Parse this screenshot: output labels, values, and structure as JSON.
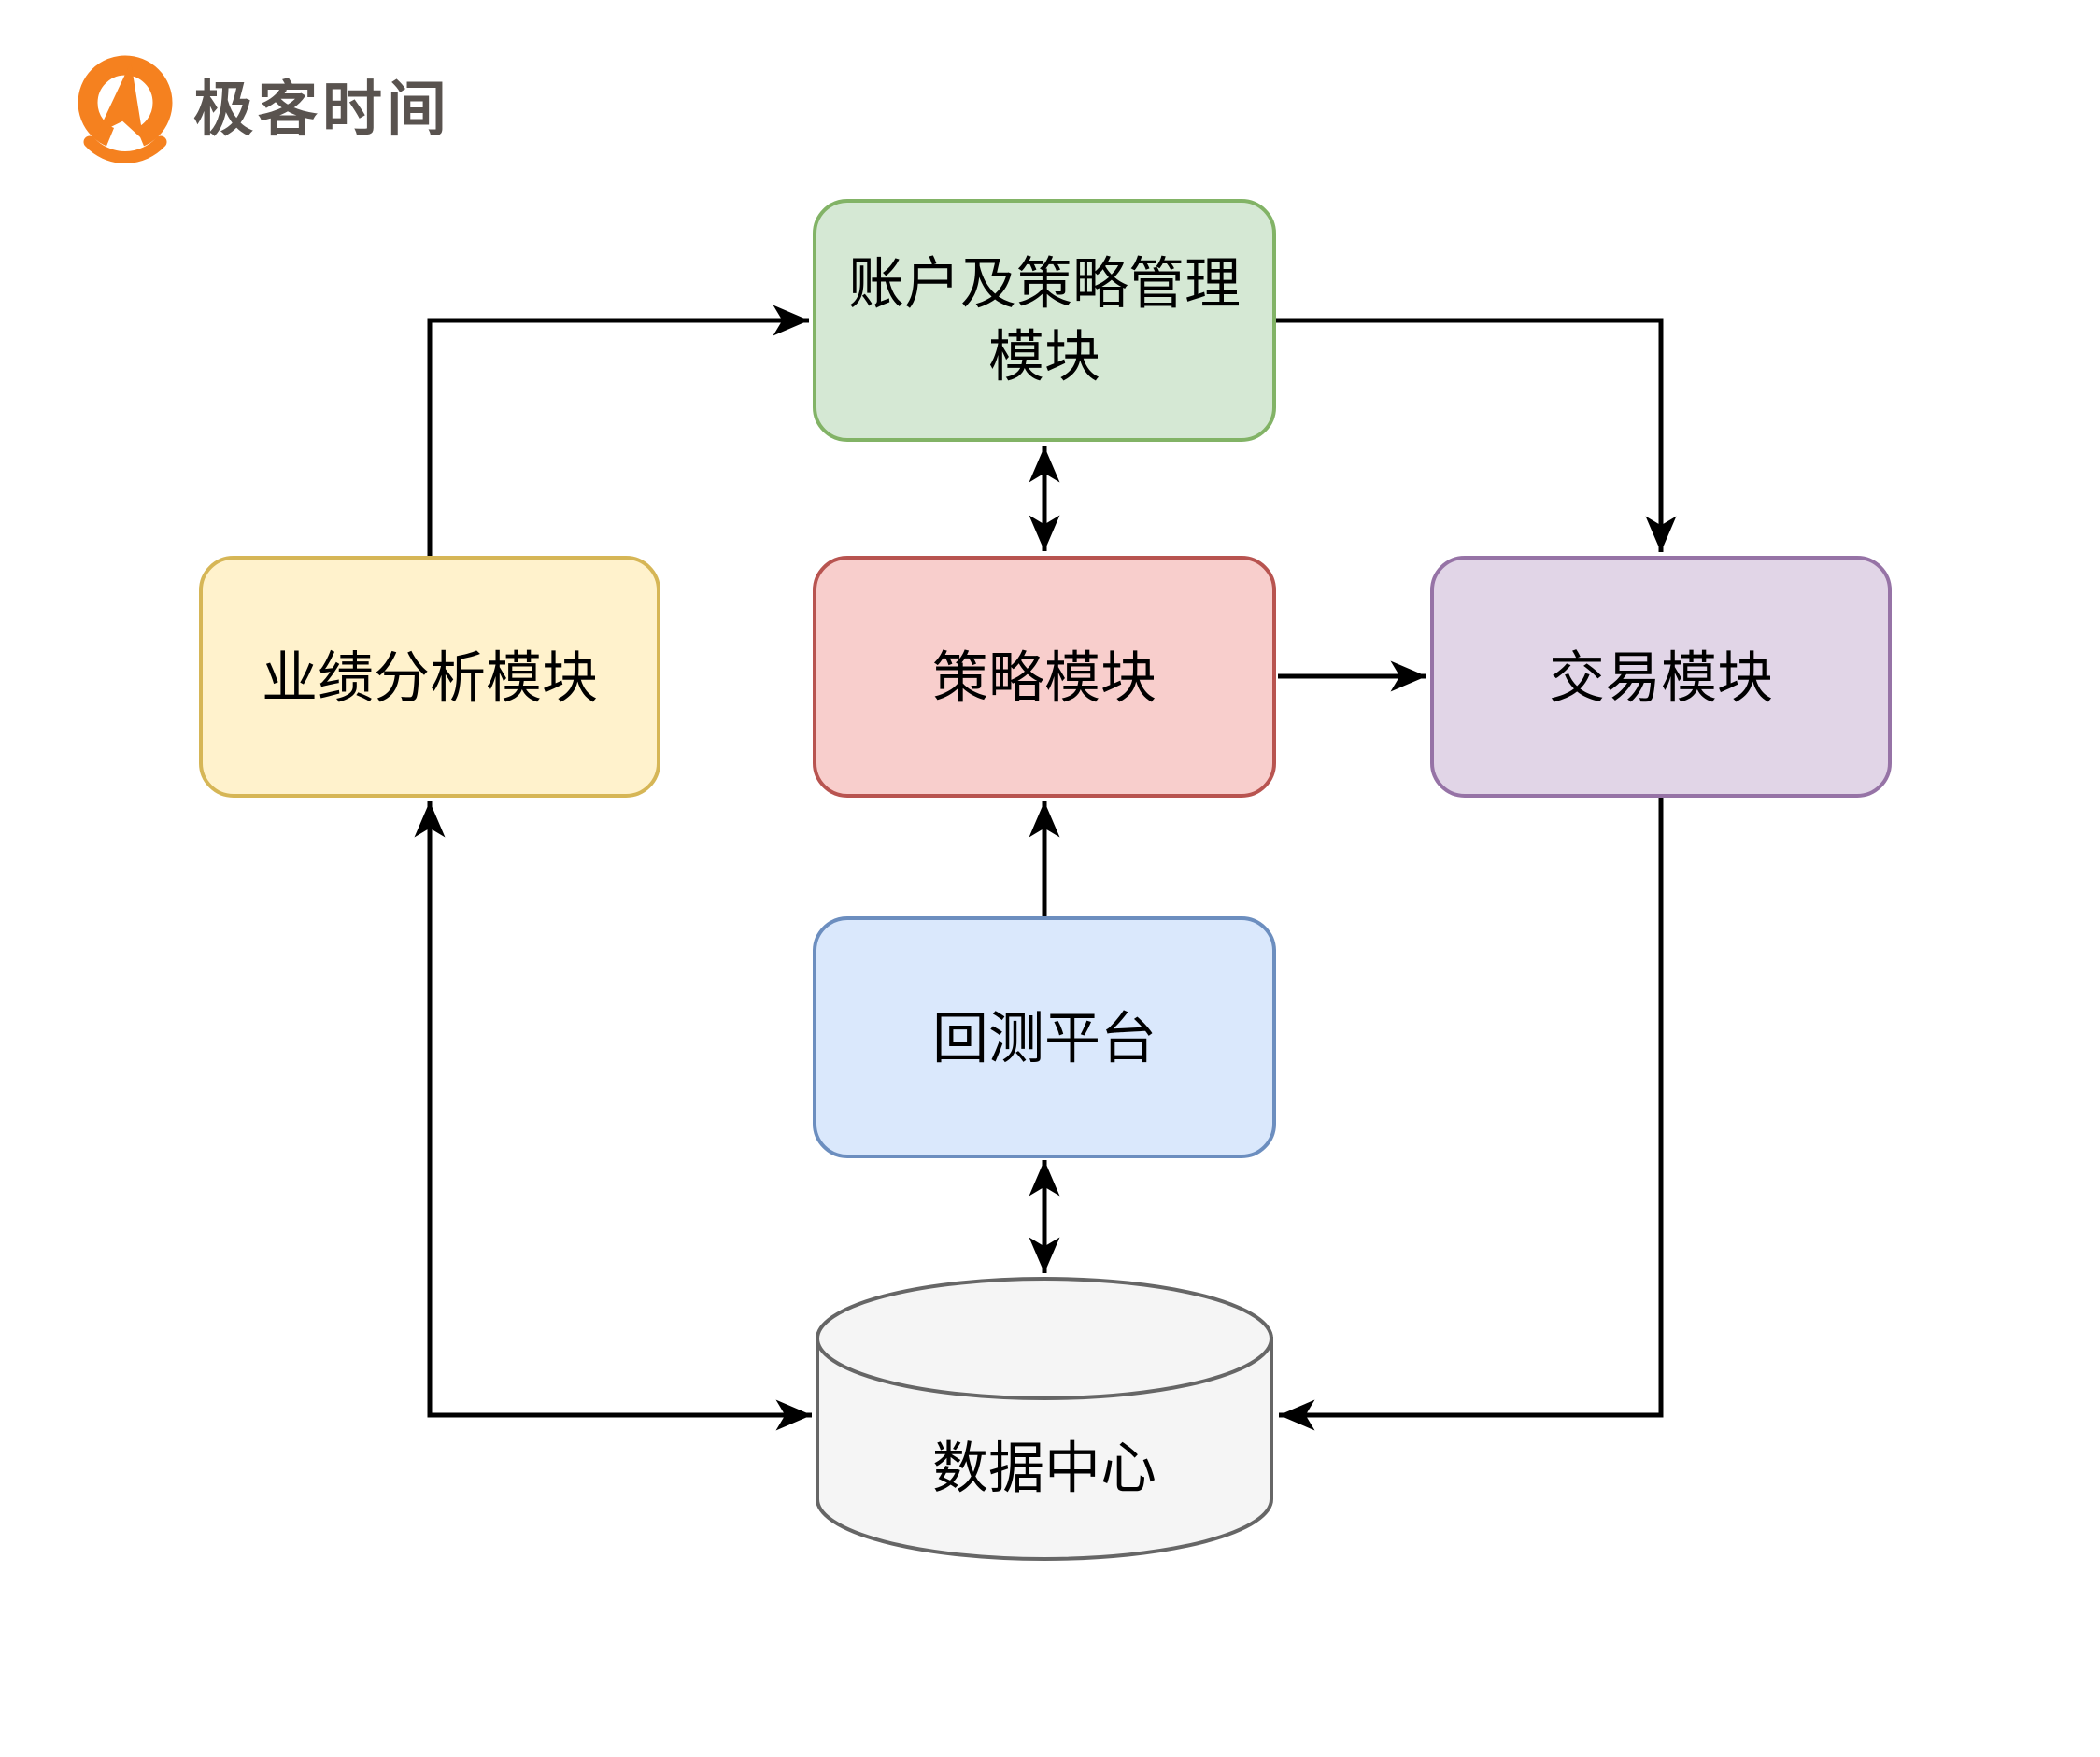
{
  "brand": {
    "name": "极客时间",
    "logo_orange": "#F5811F",
    "text_color": "#59534F"
  },
  "diagram": {
    "background": "#FFFFFF",
    "edge_color": "#000000",
    "nodes": {
      "account": {
        "label": "账户及策略管理模块",
        "label_lines": [
          "账户及策略管理",
          "模块"
        ],
        "fill": "#d5e8d4",
        "stroke": "#82b366"
      },
      "performance": {
        "label": "业绩分析模块",
        "fill": "#fff2cc",
        "stroke": "#d6b656"
      },
      "strategy": {
        "label": "策略模块",
        "fill": "#f8cecc",
        "stroke": "#b85450"
      },
      "trading": {
        "label": "交易模块",
        "fill": "#e1d5e7",
        "stroke": "#9673a6"
      },
      "backtest": {
        "label": "回测平台",
        "fill": "#dae8fc",
        "stroke": "#6c8ebf"
      },
      "datacenter": {
        "label": "数据中心",
        "shape": "cylinder",
        "fill": "#f5f5f5",
        "stroke": "#666666"
      }
    },
    "edges": [
      {
        "from": "performance",
        "to": "account",
        "type": "arrow"
      },
      {
        "from": "account",
        "to": "trading",
        "type": "arrow"
      },
      {
        "from": "account",
        "to": "strategy",
        "type": "double-arrow"
      },
      {
        "from": "strategy",
        "to": "trading",
        "type": "arrow"
      },
      {
        "from": "backtest",
        "to": "strategy",
        "type": "arrow"
      },
      {
        "from": "backtest",
        "to": "datacenter",
        "type": "double-arrow"
      },
      {
        "from": "datacenter",
        "to": "performance",
        "type": "double-arrow"
      },
      {
        "from": "trading",
        "to": "datacenter",
        "type": "arrow"
      }
    ]
  }
}
